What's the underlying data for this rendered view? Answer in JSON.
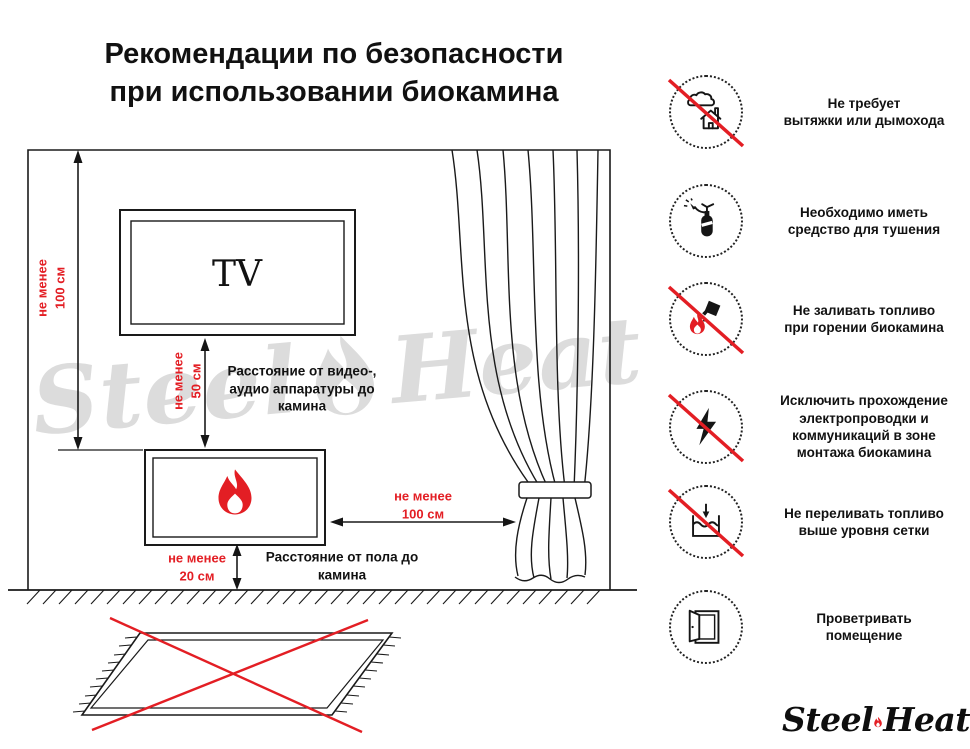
{
  "title": {
    "line1": "Рекомендации по безопасности",
    "line2": "при использовании биокамина"
  },
  "diagram": {
    "tv_label": "TV",
    "dims": {
      "wall_height": "не менее\n100 см",
      "tv_gap": "не менее\n50 см",
      "curtain_gap": "не менее\n100 см",
      "floor_gap": "не менее\n20 см"
    },
    "captions": {
      "tv": "Расстояние от видео-,\nаудио аппаратуры до\nкамина",
      "floor": "Расстояние от пола до\nкамина"
    }
  },
  "watermark": {
    "word1": "Steel",
    "word2": "Heat"
  },
  "rules": [
    {
      "icon": "no-chimney-icon",
      "crossed": true,
      "text": "Не требует\nвытяжки или дымохода"
    },
    {
      "icon": "fire-extinguisher-icon",
      "crossed": false,
      "text": "Необходимо иметь\nсредство для тушения"
    },
    {
      "icon": "no-refueling-while-burning-icon",
      "crossed": true,
      "text": "Не заливать топливо\nпри горении биокамина"
    },
    {
      "icon": "no-electrical-wiring-icon",
      "crossed": true,
      "text": "Исключить прохождение\nэлектропроводки и\nкоммуникаций в зоне\nмонтажа биокамина"
    },
    {
      "icon": "no-overfilling-icon",
      "crossed": true,
      "text": "Не переливать топливо\nвыше уровня сетки"
    },
    {
      "icon": "ventilate-room-icon",
      "crossed": false,
      "text": "Проветривать\nпомещение"
    }
  ],
  "logo": {
    "word1": "Steel",
    "word2": "Heat"
  },
  "colors": {
    "accent_red": "#E31E24",
    "line_dark": "#1A1A1A",
    "watermark_gray": "#DCDCDC"
  }
}
